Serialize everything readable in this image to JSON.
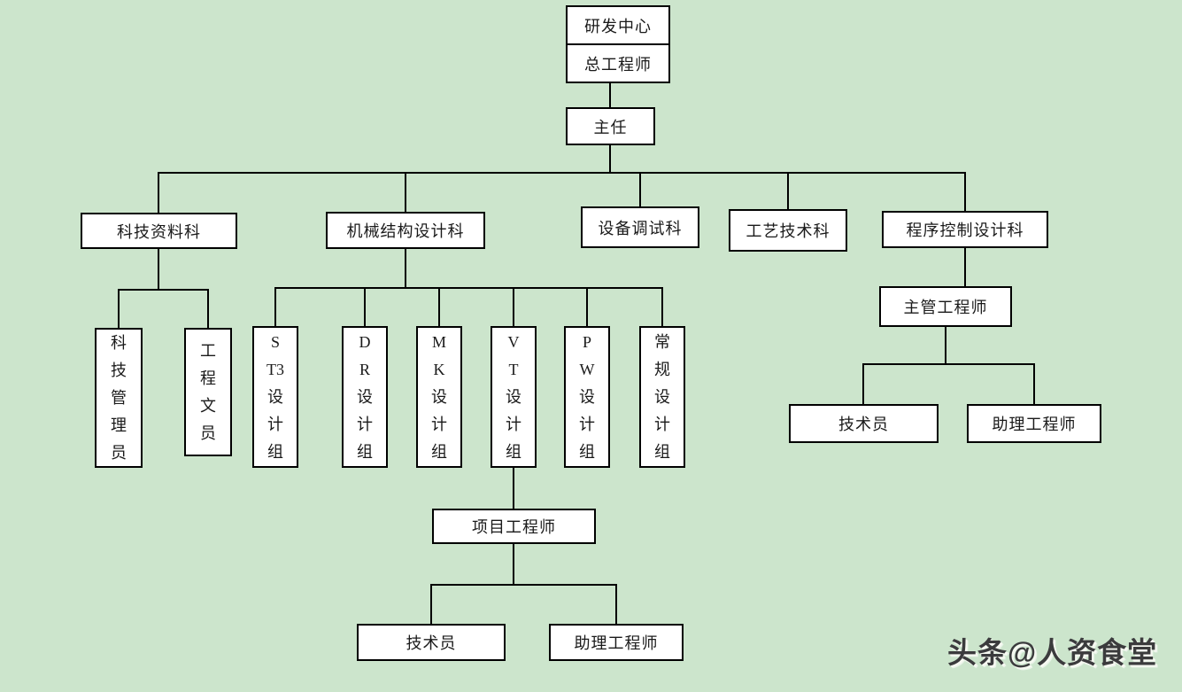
{
  "org": {
    "root": {
      "title": "研发中心",
      "subtitle": "总工程师"
    },
    "director": "主任",
    "departments": {
      "tech_info": "科技资料科",
      "mech_design": "机械结构设计科",
      "equip_debug": "设备调试科",
      "process_tech": "工艺技术科",
      "program_design": "程序控制设计科"
    },
    "tech_info_children": {
      "tech_admin": "科\n技\n管\n理\n员",
      "eng_clerk": "工\n程\n文\n员"
    },
    "design_groups": {
      "st3": "S\nT3\n设\n计\n组",
      "dr": "D\nR\n设\n计\n组",
      "mk": "M\nK\n设\n计\n组",
      "vt": "V\nT\n设\n计\n组",
      "pw": "P\nW\n设\n计\n组",
      "regular": "常\n规\n设\n计\n组"
    },
    "vt_chain": {
      "project_engineer": "项目工程师",
      "technician": "技术员",
      "assistant_engineer": "助理工程师"
    },
    "program_chain": {
      "chief_engineer": "主管工程师",
      "technician": "技术员",
      "assistant_engineer": "助理工程师"
    },
    "watermark": "头条@人资食堂",
    "colors": {
      "background": "#cce5cc",
      "box_fill": "#ffffff",
      "line": "#000000",
      "watermark_text": "#3b3b3d"
    }
  }
}
